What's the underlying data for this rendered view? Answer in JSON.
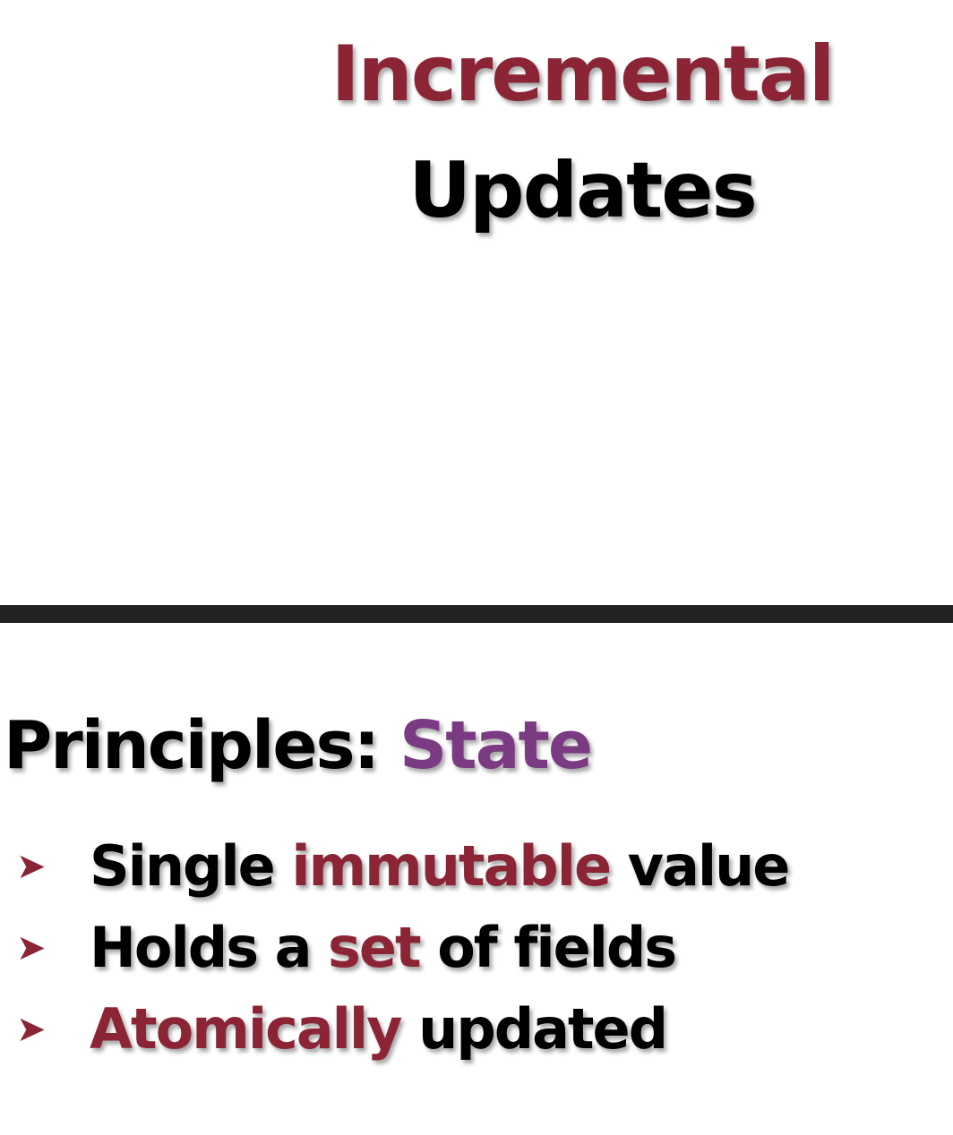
{
  "colors": {
    "accent": "#8b2535",
    "highlight": "#7a3b82",
    "text": "#000000",
    "divider": "#222222"
  },
  "slide1": {
    "title_line1": "Incremental",
    "title_line2": "Updates"
  },
  "slide2": {
    "heading_prefix": "Principles:",
    "heading_highlight": "State",
    "bullet_marker": "➤",
    "bullets": [
      {
        "before": "Single ",
        "em": "immutable",
        "after": " value"
      },
      {
        "before": "Holds a ",
        "em": "set",
        "after": " of fields"
      },
      {
        "before": "",
        "em": "Atomically",
        "after": " updated"
      }
    ]
  }
}
